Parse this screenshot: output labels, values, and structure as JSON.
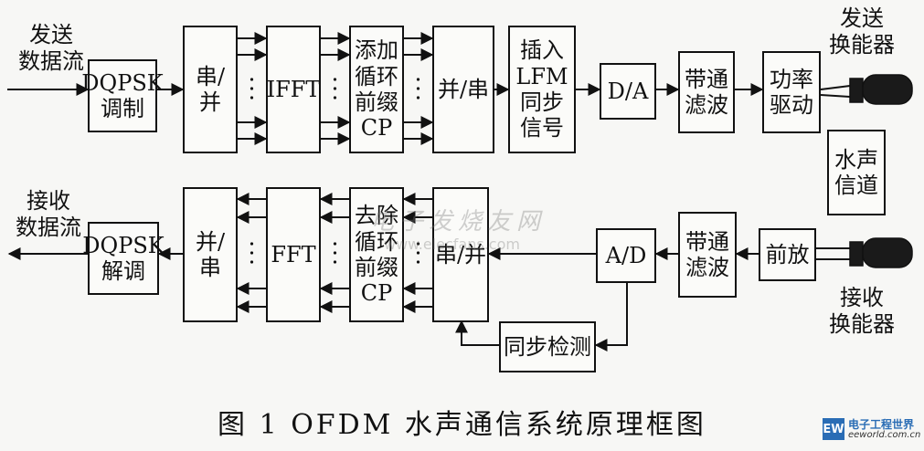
{
  "labels": {
    "send_stream": "发送\n数据流",
    "recv_stream": "接收\n数据流",
    "send_transducer": "发送\n换能器",
    "recv_transducer": "接收\n换能器"
  },
  "tx": {
    "modulate": "DQPSK\n调制",
    "serial_parallel": "串/并",
    "ifft": "IFFT",
    "add_cp": "添加\n循环\n前缀\nCP",
    "parallel_serial": "并/串",
    "insert_sync": "插入\nLFM\n同步\n信号",
    "dac": "D/A",
    "bandpass": "带通\n滤波",
    "power_drive": "功率\n驱动"
  },
  "channel": "水声\n信道",
  "rx": {
    "demodulate": "DQPSK\n解调",
    "parallel_serial": "并/串",
    "fft": "FFT",
    "remove_cp": "去除\n循环\n前缀\nCP",
    "serial_parallel": "串/并",
    "adc": "A/D",
    "bandpass": "带通\n滤波",
    "preamp": "前放",
    "sync_detect": "同步检测"
  },
  "caption": "图 1   OFDM 水声通信系统原理框图",
  "watermark": {
    "text": "电子发烧友网",
    "url": "www.elecfans.com"
  },
  "logo": {
    "mark": "EW",
    "name": "电子工程世界",
    "url": "eeworld.com.cn"
  },
  "colors": {
    "line": "#111111",
    "logo_blue": "#2a6db5"
  }
}
